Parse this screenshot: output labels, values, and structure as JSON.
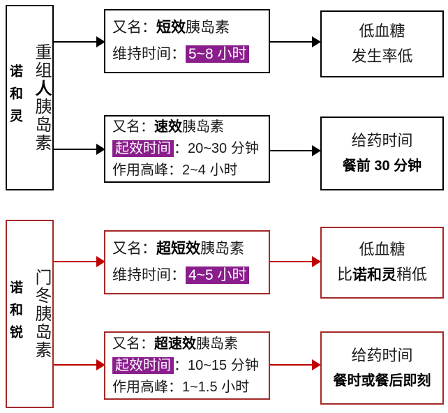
{
  "colors": {
    "highlight_bg": "#8a1e8c",
    "highlight_text": "#ffffff",
    "black_line": "#000000",
    "red_border": "#a52828",
    "red_line": "#c00000"
  },
  "novolin": {
    "brand": "诺和灵",
    "name_pre": "重组",
    "name_bold": "人",
    "name_post": "胰岛素",
    "short_acting": {
      "alias_label": "又名：",
      "alias_type": "短效",
      "alias_suffix": "胰岛素",
      "duration_label": "维持时间：",
      "duration_value": "5~8 小时"
    },
    "short_result": {
      "line1": "低血糖",
      "line2": "发生率低"
    },
    "rapid": {
      "alias_label": "又名：",
      "alias_type": "速效",
      "alias_suffix": "胰岛素",
      "onset_label": "起效时间",
      "onset_value": "：20~30 分钟",
      "peak": "作用高峰：2~4 小时"
    },
    "rapid_result": {
      "line1": "给药时间",
      "line2": "餐前 30 分钟"
    }
  },
  "novorapid": {
    "brand": "诺和锐",
    "name": "门冬胰岛素",
    "ultra_short": {
      "alias_label": "又名：",
      "alias_type": "超短效",
      "alias_suffix": "胰岛素",
      "duration_label": "维持时间：",
      "duration_value": "4~5 小时"
    },
    "ultra_short_result": {
      "line1": "低血糖",
      "line2_prefix": "比",
      "line2_bold": "诺和灵",
      "line2_suffix": "稍低"
    },
    "ultra_rapid": {
      "alias_label": "又名：",
      "alias_type": "超速效",
      "alias_suffix": "胰岛素",
      "onset_label": "起效时间",
      "onset_value": "：10~15 分钟",
      "peak": "作用高峰：1~1.5 小时"
    },
    "ultra_rapid_result": {
      "line1": "给药时间",
      "line2": "餐时或餐后即刻"
    }
  }
}
